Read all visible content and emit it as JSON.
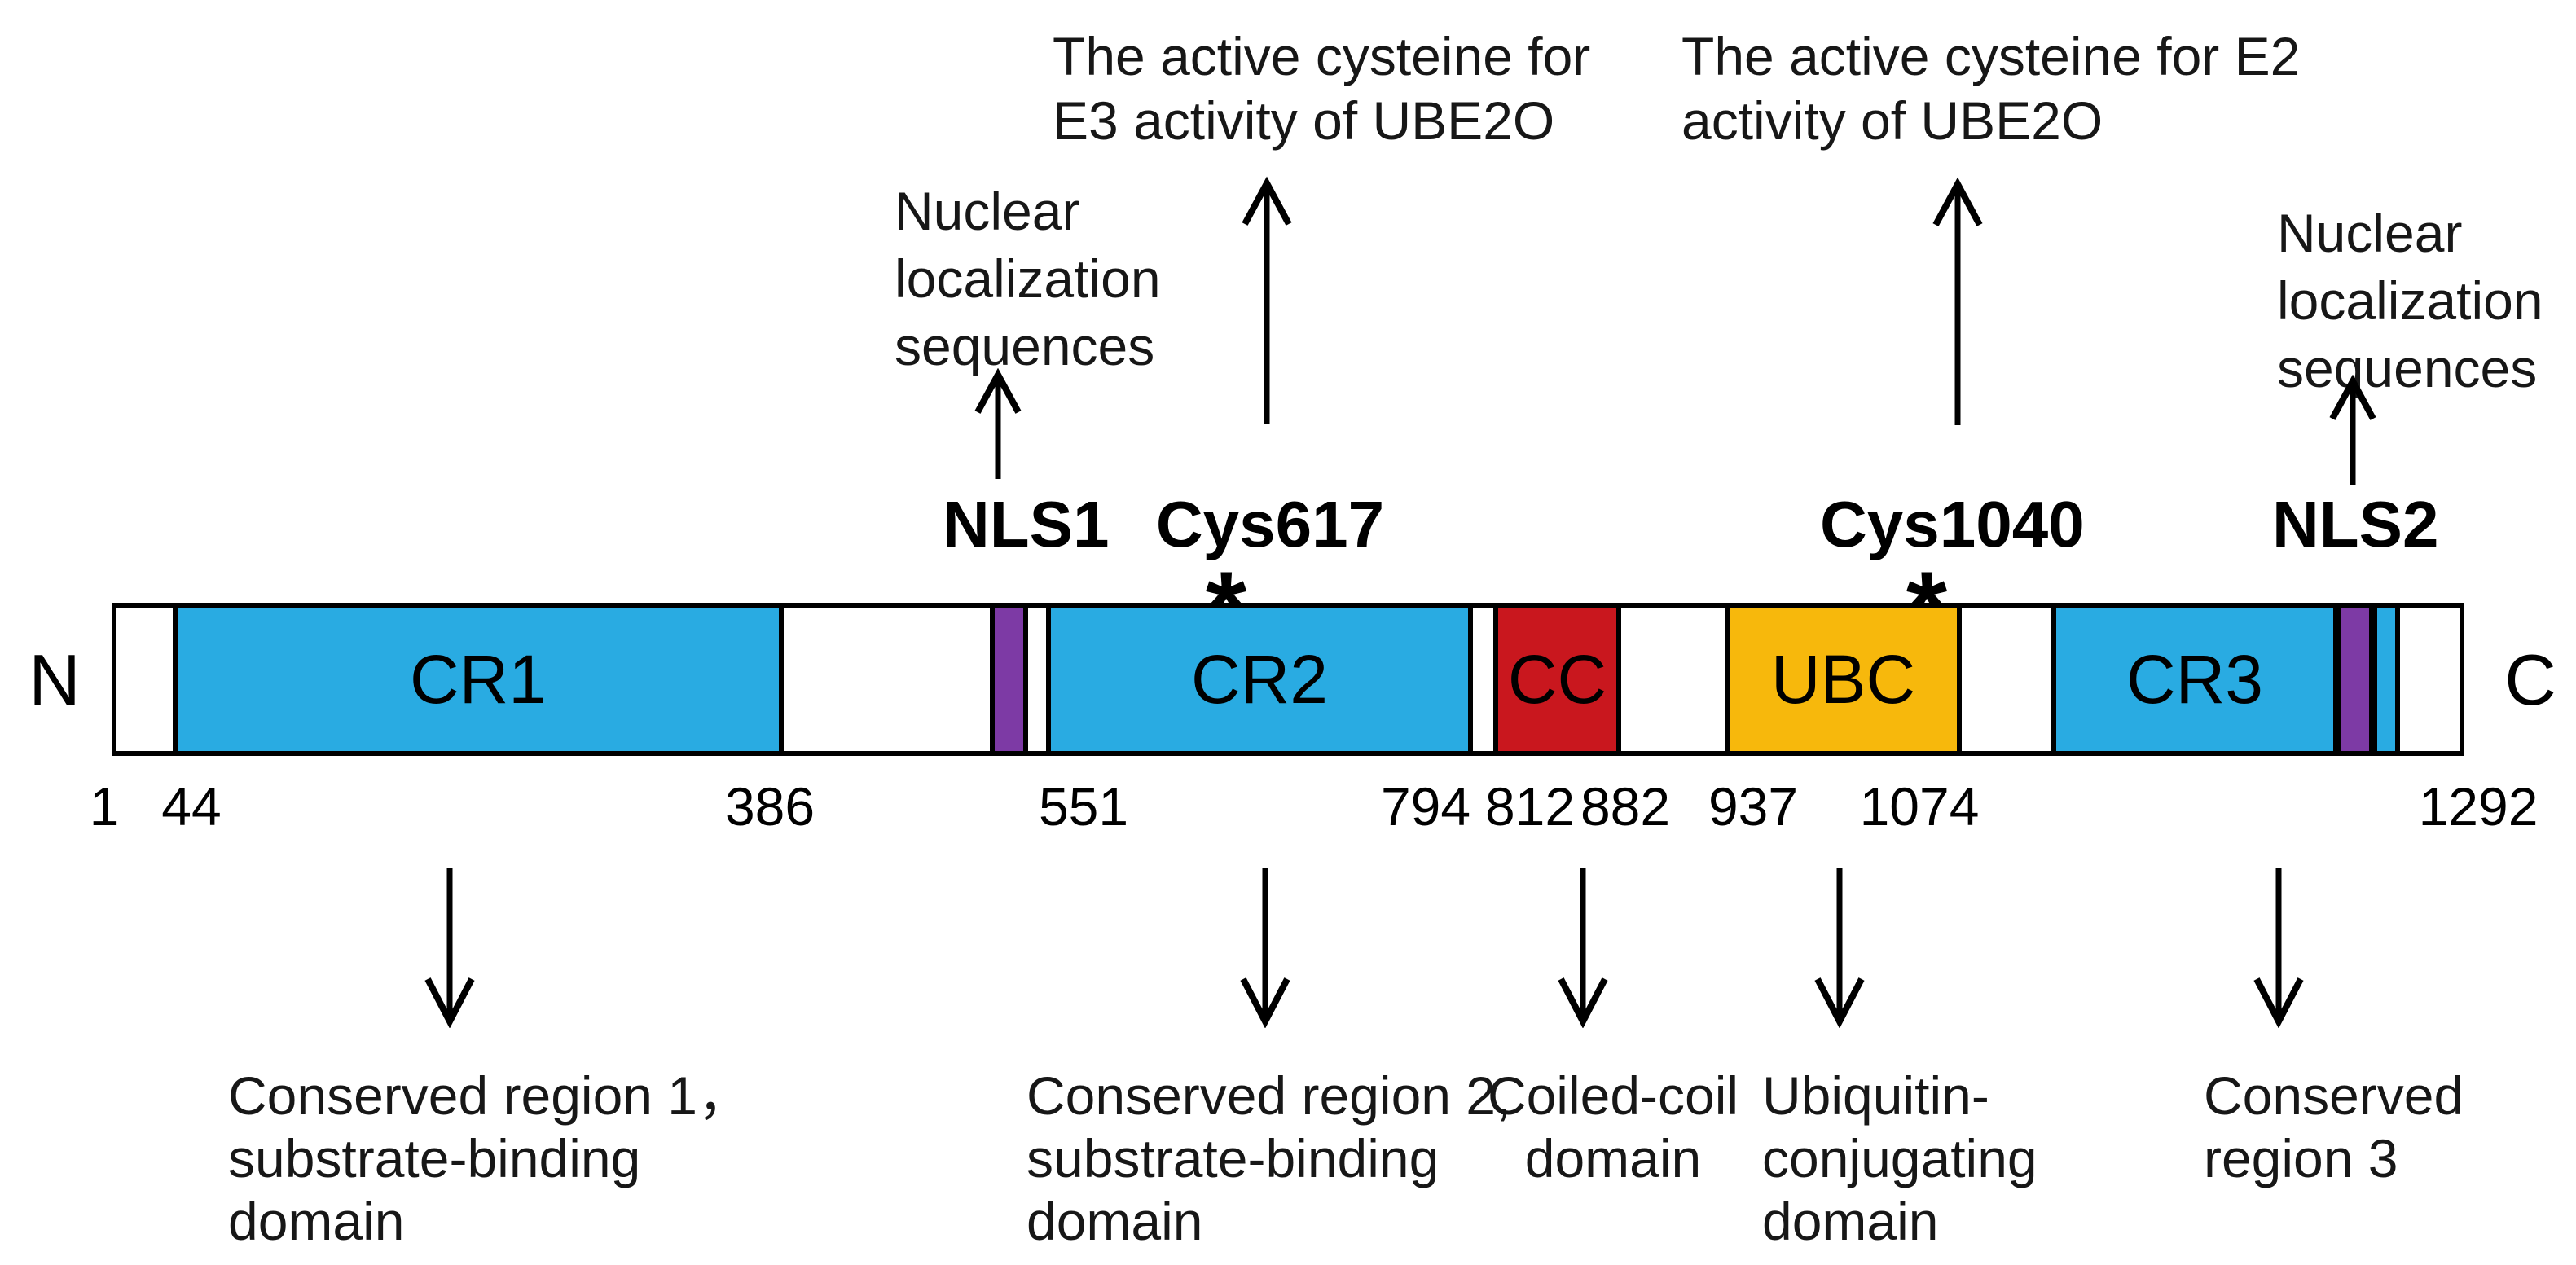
{
  "figure": {
    "terminal_n": "N",
    "terminal_c": "C"
  },
  "top_annotations": {
    "e3": {
      "line1": "The active cysteine for",
      "line2": "E3 activity of UBE2O"
    },
    "e2": {
      "line1": "The active cysteine for E2",
      "line2": "activity of UBE2O"
    }
  },
  "nls_annotations": {
    "left": {
      "line1": "Nuclear",
      "line2": "localization",
      "line3": "sequences"
    },
    "right": {
      "line1": "Nuclear",
      "line2": "localization",
      "line3": "sequences"
    }
  },
  "site_labels": {
    "nls1": "NLS1",
    "cys617": "Cys617",
    "cys1040": "Cys1040",
    "nls2": "NLS2",
    "active_site_marker": "*"
  },
  "domains": [
    {
      "id": "cr1",
      "label": "CR1",
      "start": 44,
      "end": 386,
      "description": "Conserved region 1, substrate-binding domain"
    },
    {
      "id": "cr2",
      "label": "CR2",
      "start": 551,
      "end": 794,
      "description": "Conserved region 2, substrate-binding domain"
    },
    {
      "id": "cc",
      "label": "CC",
      "start": 812,
      "end": 882,
      "description": "Coiled-coil domain"
    },
    {
      "id": "ubc",
      "label": "UBC",
      "start": 937,
      "end": 1074,
      "description": "Ubiquitin-conjugating domain"
    },
    {
      "id": "cr3",
      "label": "CR3",
      "start": null,
      "end": null,
      "description": "Conserved region 3"
    }
  ],
  "residue_numbers": [
    "1",
    "44",
    "386",
    "551",
    "794",
    "812",
    "882",
    "937",
    "1074",
    "1292"
  ],
  "bottom_annotations": {
    "cr1": {
      "line1": "Conserved region 1，",
      "line2": "substrate-binding",
      "line3": "domain"
    },
    "cr2": {
      "line1": "Conserved region 2,",
      "line2": "substrate-binding",
      "line3": "domain"
    },
    "cc": {
      "line1": "Coiled-coil",
      "line2": "domain"
    },
    "ubc": {
      "line1": "Ubiquitin-",
      "line2": "conjugating",
      "line3": "domain"
    },
    "cr3": {
      "line1": "Conserved",
      "line2": "region 3"
    }
  },
  "colors": {
    "cyan": "#29ABE2",
    "purple": "#7D3AA5",
    "red": "#C9171E",
    "orange": "#F7B80C",
    "outline": "#000000",
    "background": "#FFFFFF"
  }
}
